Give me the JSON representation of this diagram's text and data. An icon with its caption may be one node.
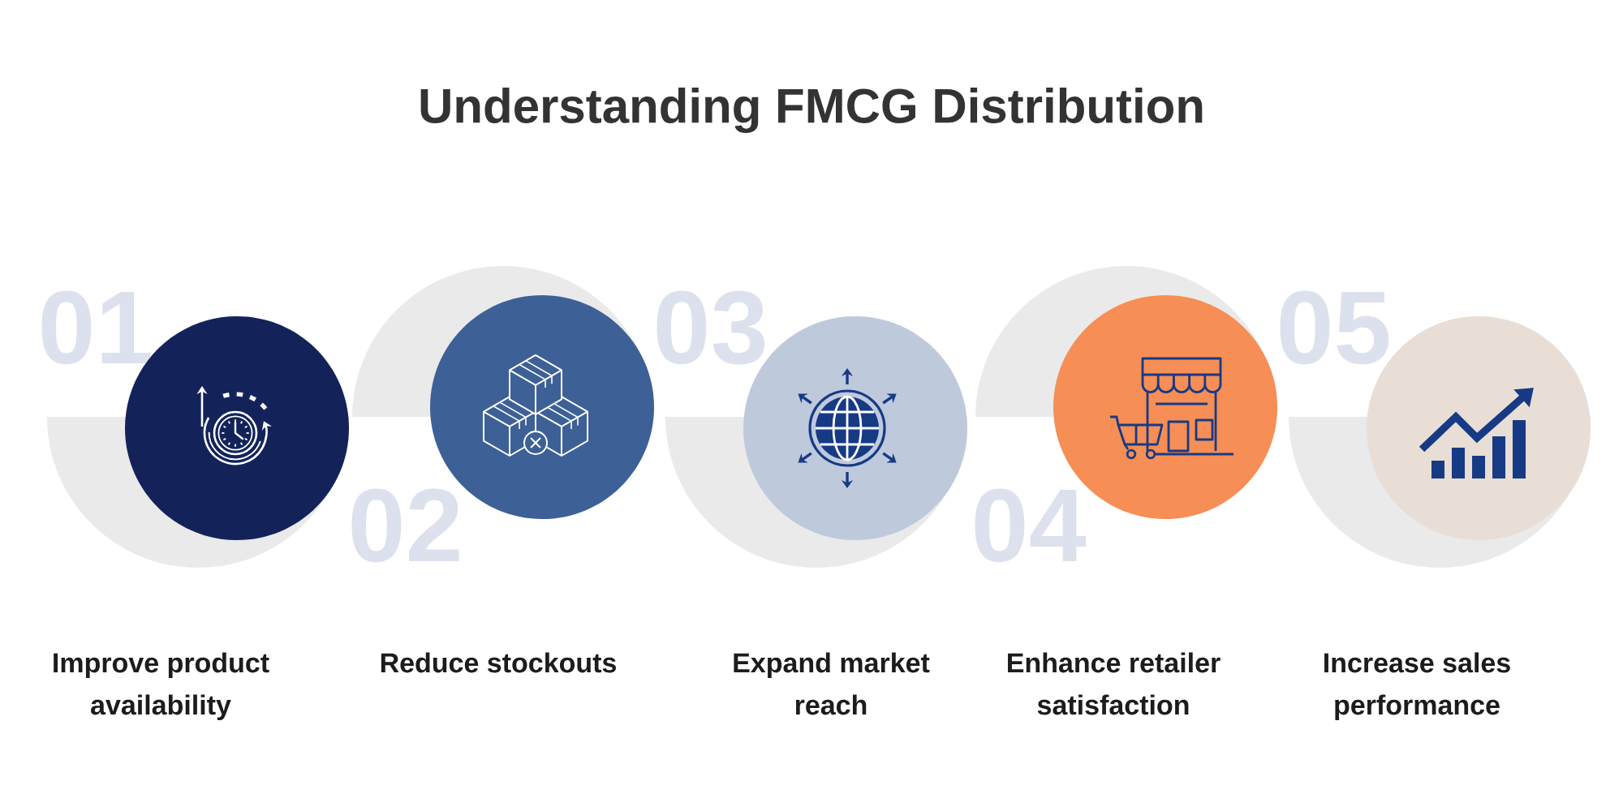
{
  "diagram": {
    "title": "Understanding FMCG Distribution",
    "nodes": [
      {
        "text": [],
        "shape": "circle"
      },
      {
        "text": [],
        "shape": "circle"
      },
      {
        "text": [],
        "shape": "circle"
      },
      {
        "text": [],
        "shape": "circle"
      },
      {
        "text": [],
        "shape": "circle"
      }
    ],
    "labels": [
      "01",
      "02",
      "03",
      "04",
      "05",
      "Improve product availability",
      "Reduce stockouts",
      "Expand market reach",
      "Enhance retailer satisfaction",
      "Increase sales performance"
    ]
  }
}
